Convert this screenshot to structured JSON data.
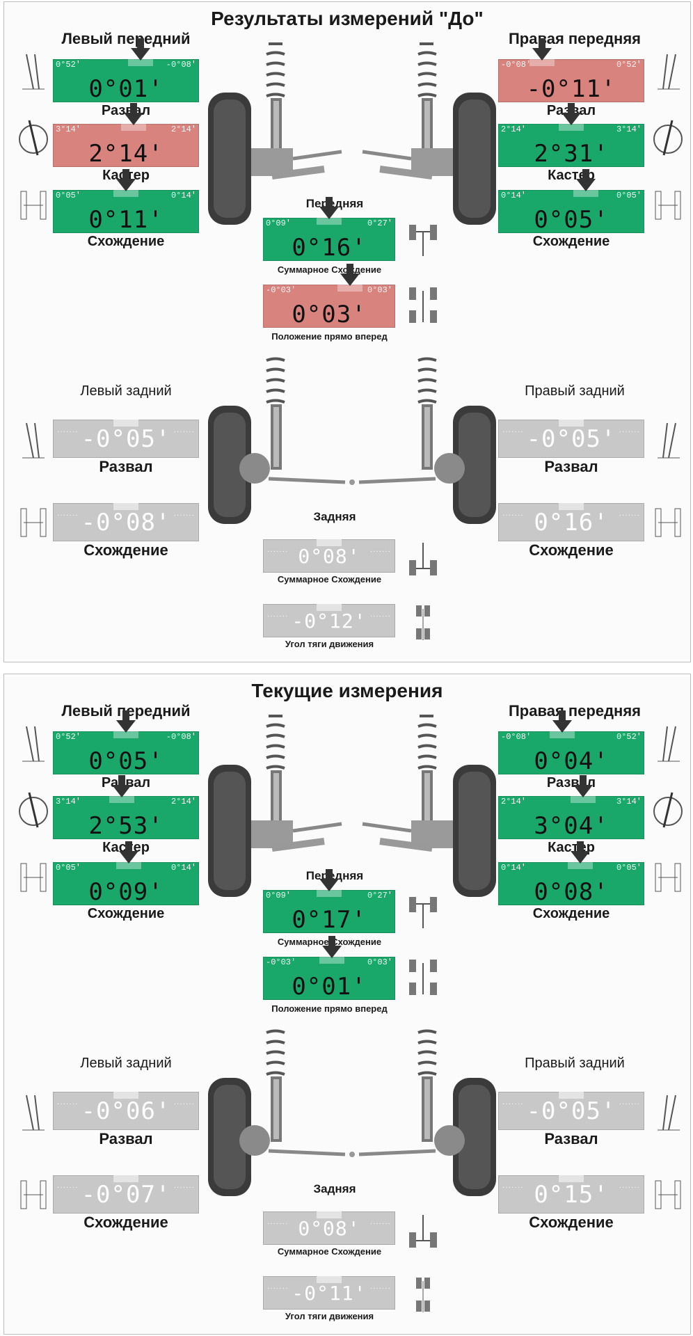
{
  "colors": {
    "green": "#1aa86a",
    "red": "#d9837f",
    "gray": "#c8c8c8"
  },
  "panels": [
    {
      "title": "Результаты измерений \"До\"",
      "front_left": {
        "title": "Левый передний",
        "camber": {
          "label": "Развал",
          "value": "0°01'",
          "min": "0°52'",
          "max": "-0°08'",
          "status": "green",
          "pointer": 0.6
        },
        "caster": {
          "label": "Кастер",
          "value": "2°14'",
          "min": "3°14'",
          "max": "2°14'",
          "status": "red",
          "pointer": 0.55
        },
        "toe": {
          "label": "Схождение",
          "value": "0°11'",
          "min": "0°05'",
          "max": "0°14'",
          "status": "green",
          "pointer": 0.5
        }
      },
      "front_right": {
        "title": "Правая передняя",
        "camber": {
          "label": "Развал",
          "value": "-0°11'",
          "min": "-0°08'",
          "max": "0°52'",
          "status": "red",
          "pointer": 0.3
        },
        "caster": {
          "label": "Кастер",
          "value": "2°31'",
          "min": "2°14'",
          "max": "3°14'",
          "status": "green",
          "pointer": 0.5
        },
        "toe": {
          "label": "Схождение",
          "value": "0°05'",
          "min": "0°14'",
          "max": "0°05'",
          "status": "green",
          "pointer": 0.6
        }
      },
      "front_axle": {
        "title": "Передняя",
        "total_toe": {
          "label": "Суммарное Схождение",
          "value": "0°16'",
          "min": "0°09'",
          "max": "0°27'",
          "status": "green",
          "pointer": 0.5
        },
        "straight_ahead": {
          "label": "Положение прямо вперед",
          "value": "0°03'",
          "min": "-0°03'",
          "max": "0°03'",
          "status": "red",
          "pointer": 0.66
        }
      },
      "rear_left": {
        "title": "Левый задний",
        "camber": {
          "label": "Развал",
          "value": "-0°05'"
        },
        "toe": {
          "label": "Схождение",
          "value": "-0°08'"
        }
      },
      "rear_right": {
        "title": "Правый задний",
        "camber": {
          "label": "Развал",
          "value": "-0°05'"
        },
        "toe": {
          "label": "Схождение",
          "value": "0°16'"
        }
      },
      "rear_axle": {
        "title": "Задняя",
        "total_toe": {
          "label": "Суммарное Схождение",
          "value": "0°08'"
        },
        "thrust": {
          "label": "Угол тяги движения",
          "value": "-0°12'"
        }
      }
    },
    {
      "title": "Текущие измерения",
      "front_left": {
        "title": "Левый передний",
        "camber": {
          "label": "Развал",
          "value": "0°05'",
          "min": "0°52'",
          "max": "-0°08'",
          "status": "green",
          "pointer": 0.5
        },
        "caster": {
          "label": "Кастер",
          "value": "2°53'",
          "min": "3°14'",
          "max": "2°14'",
          "status": "green",
          "pointer": 0.47
        },
        "toe": {
          "label": "Схождение",
          "value": "0°09'",
          "min": "0°05'",
          "max": "0°14'",
          "status": "green",
          "pointer": 0.52
        }
      },
      "front_right": {
        "title": "Правая передняя",
        "camber": {
          "label": "Развал",
          "value": "0°04'",
          "min": "-0°08'",
          "max": "0°52'",
          "status": "green",
          "pointer": 0.44
        },
        "caster": {
          "label": "Кастер",
          "value": "3°04'",
          "min": "2°14'",
          "max": "3°14'",
          "status": "green",
          "pointer": 0.58
        },
        "toe": {
          "label": "Схождение",
          "value": "0°08'",
          "min": "0°14'",
          "max": "0°05'",
          "status": "green",
          "pointer": 0.56
        }
      },
      "front_axle": {
        "title": "Передняя",
        "total_toe": {
          "label": "Суммарное Схождение",
          "value": "0°17'",
          "min": "0°09'",
          "max": "0°27'",
          "status": "green",
          "pointer": 0.5
        },
        "straight_ahead": {
          "label": "Положение прямо вперед",
          "value": "0°01'",
          "min": "-0°03'",
          "max": "0°03'",
          "status": "green",
          "pointer": 0.52
        }
      },
      "rear_left": {
        "title": "Левый задний",
        "camber": {
          "label": "Развал",
          "value": "-0°06'"
        },
        "toe": {
          "label": "Схождение",
          "value": "-0°07'"
        }
      },
      "rear_right": {
        "title": "Правый задний",
        "camber": {
          "label": "Развал",
          "value": "-0°05'"
        },
        "toe": {
          "label": "Схождение",
          "value": "0°15'"
        }
      },
      "rear_axle": {
        "title": "Задняя",
        "total_toe": {
          "label": "Суммарное Схождение",
          "value": "0°08'"
        },
        "thrust": {
          "label": "Угол тяги движения",
          "value": "-0°11'"
        }
      }
    }
  ]
}
